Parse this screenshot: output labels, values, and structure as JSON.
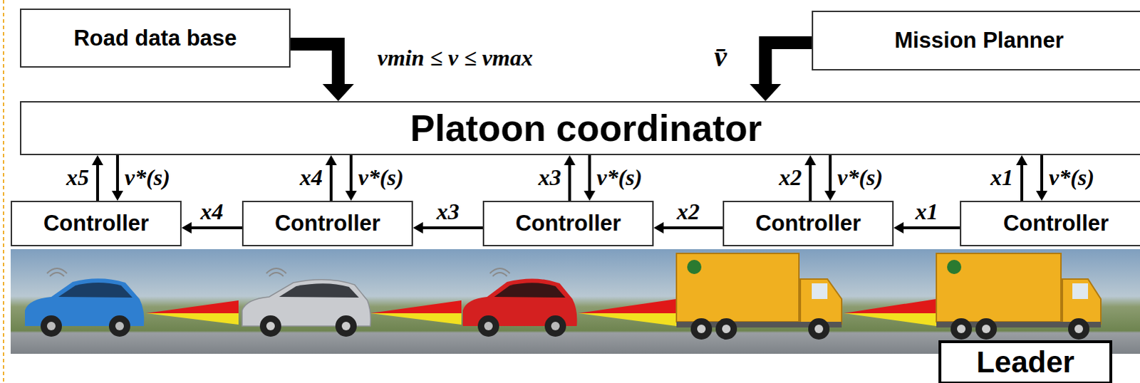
{
  "diagram": {
    "nodes": [
      {
        "text": [
          "Road data base"
        ]
      },
      {
        "text": [
          "Mission Planner"
        ]
      },
      {
        "text": [
          "Platoon coordinator"
        ]
      },
      {
        "text": [
          "Controller"
        ]
      },
      {
        "text": [
          "Controller"
        ]
      },
      {
        "text": [
          "Controller"
        ]
      },
      {
        "text": [
          "Controller"
        ]
      },
      {
        "text": [
          "Controller"
        ]
      },
      {
        "text": [
          "Leader"
        ]
      }
    ],
    "edges": [
      {
        "from": 0,
        "to": 2,
        "arrow": "to",
        "label": "vmin ≤ v ≤ vmax"
      },
      {
        "from": 1,
        "to": 2,
        "arrow": "to",
        "label": "v̄"
      },
      {
        "from": 3,
        "to": 2,
        "arrow": "to",
        "label": "x5"
      },
      {
        "from": 2,
        "to": 3,
        "arrow": "to",
        "label": "v*(s)"
      },
      {
        "from": 4,
        "to": 2,
        "arrow": "to",
        "label": "x4"
      },
      {
        "from": 2,
        "to": 4,
        "arrow": "to",
        "label": "v*(s)"
      },
      {
        "from": 5,
        "to": 2,
        "arrow": "to",
        "label": "x3"
      },
      {
        "from": 2,
        "to": 5,
        "arrow": "to",
        "label": "v*(s)"
      },
      {
        "from": 6,
        "to": 2,
        "arrow": "to",
        "label": "x2"
      },
      {
        "from": 2,
        "to": 6,
        "arrow": "to",
        "label": "v*(s)"
      },
      {
        "from": 7,
        "to": 2,
        "arrow": "to",
        "label": "x1"
      },
      {
        "from": 2,
        "to": 7,
        "arrow": "to",
        "label": "v*(s)"
      },
      {
        "from": 7,
        "to": 6,
        "arrow": "to",
        "label": "x1"
      },
      {
        "from": 6,
        "to": 5,
        "arrow": "to",
        "label": "x2"
      },
      {
        "from": 5,
        "to": 4,
        "arrow": "to",
        "label": "x3"
      },
      {
        "from": 4,
        "to": 3,
        "arrow": "to",
        "label": "x4"
      }
    ]
  }
}
